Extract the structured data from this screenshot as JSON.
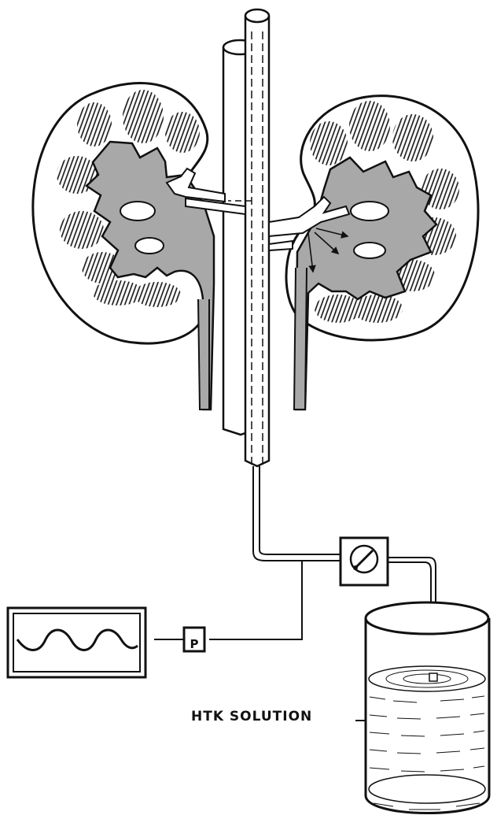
{
  "labels": {
    "solution": "HTK SOLUTION",
    "pressure": "P"
  },
  "colors": {
    "ink": "#111111",
    "tissue_fill": "#a8a8a8",
    "background": "#ffffff"
  },
  "icons": {
    "pump": "roller-pump-icon",
    "monitor": "pressure-waveform-monitor",
    "reservoir": "solution-beaker"
  }
}
